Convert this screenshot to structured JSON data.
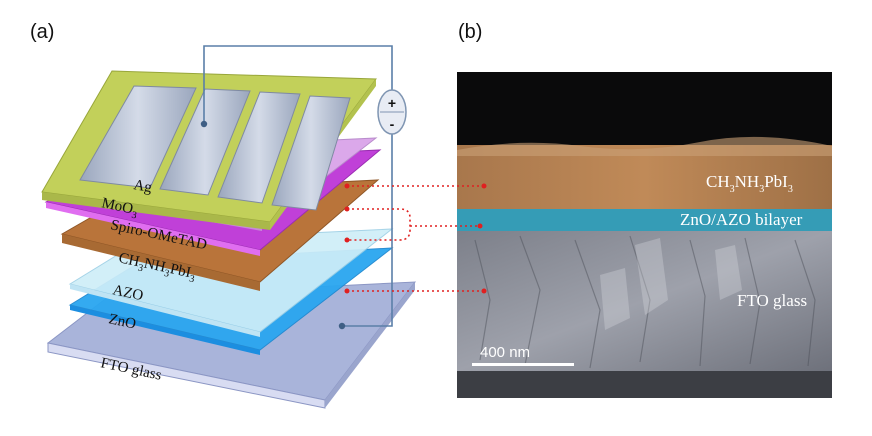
{
  "panels": {
    "a": "(a)",
    "b": "(b)"
  },
  "stack_layers": {
    "ag": "Ag",
    "moo3": {
      "base": "MoO",
      "sub": "3"
    },
    "spiro": "Spiro-OMeTAD",
    "perovskite": {
      "p1": "CH",
      "s1": "3",
      "p2": "NH",
      "s2": "3",
      "p3": "PbI",
      "s3": "3"
    },
    "azo": "AZO",
    "zno": "ZnO",
    "fto": "FTO glass"
  },
  "battery": {
    "plus": "+",
    "minus": "-"
  },
  "sem": {
    "perovskite": {
      "p1": "CH",
      "s1": "3",
      "p2": "NH",
      "s2": "3",
      "p3": "PbI",
      "s3": "3"
    },
    "bilayer": "ZnO/AZO bilayer",
    "fto": "FTO glass",
    "scale_bar": "400 nm"
  },
  "colors": {
    "ag_frame": "#c2d05a",
    "ag_strip": "#b9c3d6",
    "moo3": "#d9a0e8",
    "spiro": "#c040d8",
    "perovskite": "#b9743a",
    "azo": "#cfeef8",
    "zno": "#2aa6f0",
    "fto": "#b8c2e0",
    "wire": "#5a7fa8",
    "dotted": "#e02020",
    "sem_perovskite": "#b07a4a",
    "sem_bilayer": "#3aa9c6"
  }
}
